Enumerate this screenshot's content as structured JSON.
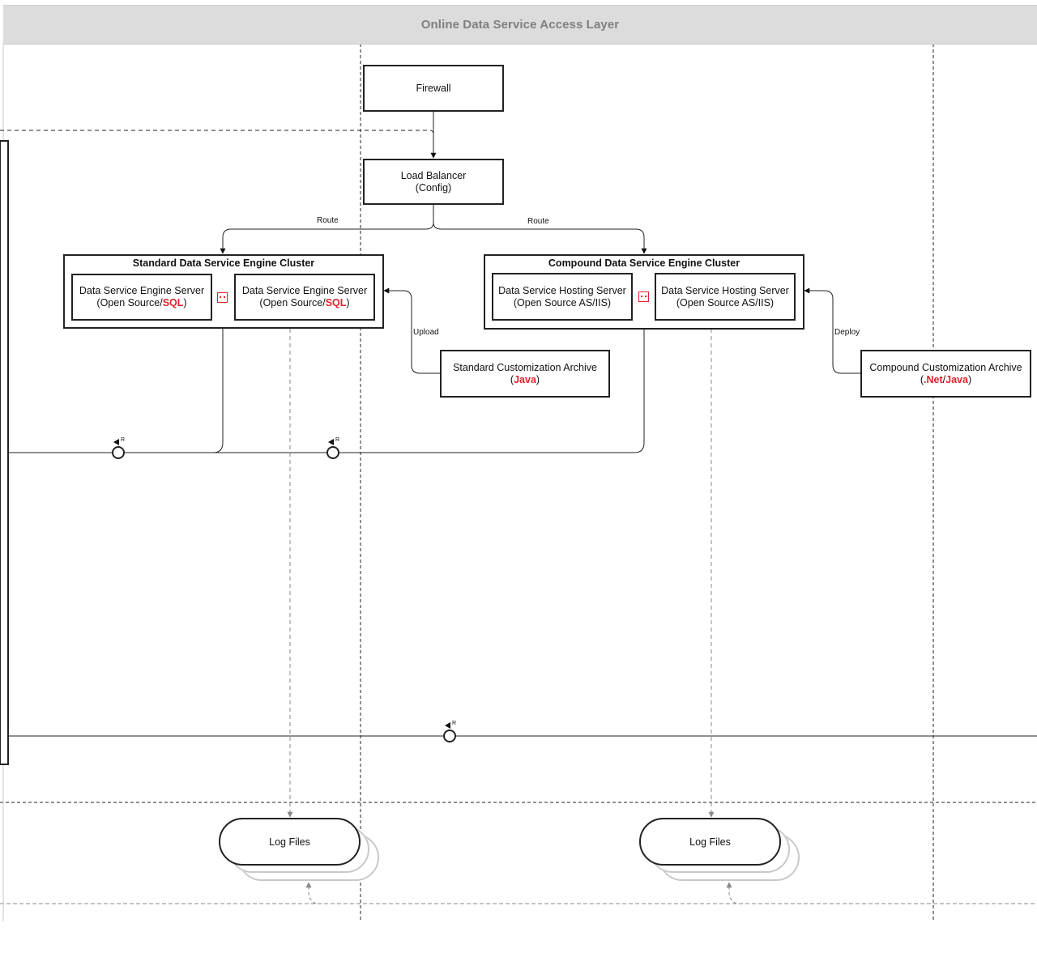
{
  "header": {
    "title": "Online Data Service Access Layer"
  },
  "nodes": {
    "firewall": "Firewall",
    "load_balancer": {
      "line1": "Load Balancer",
      "line2": "(Config)"
    }
  },
  "edges": {
    "route_left": "Route",
    "route_right": "Route",
    "upload": "Upload",
    "deploy": "Deploy"
  },
  "standard_cluster": {
    "title": "Standard Data Service Engine Cluster",
    "server1": {
      "line1": "Data Service Engine Server",
      "prefix": "(Open Source/",
      "highlight": "SQL",
      "suffix": ")"
    },
    "server2": {
      "line1": "Data Service Engine Server",
      "prefix": "(Open Source/",
      "highlight": "SQL",
      "suffix": ")"
    }
  },
  "compound_cluster": {
    "title": "Compound Data Service Engine Cluster",
    "server1": {
      "line1": "Data Service Hosting Server",
      "line2": "(Open Source AS/IIS)"
    },
    "server2": {
      "line1": "Data Service Hosting Server",
      "line2": "(Open Source AS/IIS)"
    }
  },
  "archives": {
    "standard": {
      "line1": "Standard Customization Archive",
      "prefix": "(",
      "highlight": "Java",
      "suffix": ")"
    },
    "compound": {
      "line1": "Compound Customization Archive",
      "prefix": "(",
      "highlight": ".Net",
      "mid": "/",
      "highlight2": "Java",
      "suffix": ")"
    }
  },
  "receivers": {
    "r1": "R",
    "r2": "R",
    "r3": "R"
  },
  "logs": {
    "left": "Log Files",
    "right": "Log Files"
  },
  "colors": {
    "accent_red": "#e0242b",
    "header_bg": "#dcdcdc",
    "header_text": "#7f7f7f",
    "line": "#222222",
    "dashed": "#888888"
  }
}
